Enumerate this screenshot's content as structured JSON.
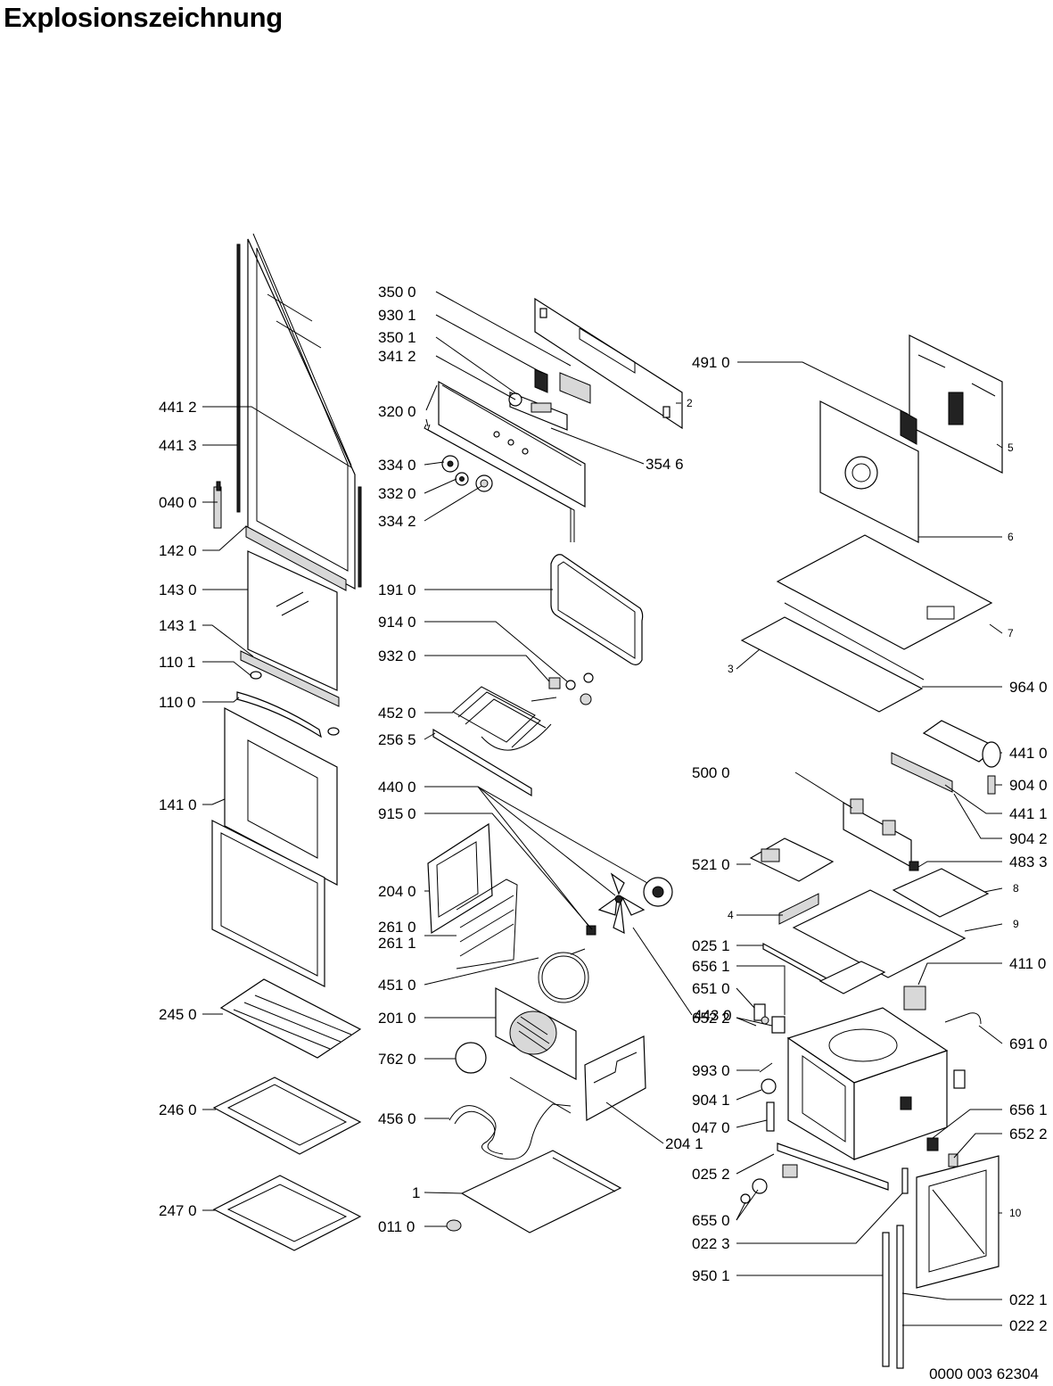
{
  "title": "Explosionszeichnung",
  "document_number": "0000 003 62304",
  "labels": [
    {
      "id": "l-3500",
      "text": "350 0"
    },
    {
      "id": "l-9301",
      "text": "930 1"
    },
    {
      "id": "l-3501",
      "text": "350 1"
    },
    {
      "id": "l-3412",
      "text": "341 2"
    },
    {
      "id": "l-3200",
      "text": "320 0"
    },
    {
      "id": "l-3340",
      "text": "334 0"
    },
    {
      "id": "l-3320",
      "text": "332 0"
    },
    {
      "id": "l-3342",
      "text": "334 2"
    },
    {
      "id": "l-3546",
      "text": "354 6"
    },
    {
      "id": "l-4412",
      "text": "441 2"
    },
    {
      "id": "l-4413",
      "text": "441 3"
    },
    {
      "id": "l-0400",
      "text": "040 0"
    },
    {
      "id": "l-1420",
      "text": "142 0"
    },
    {
      "id": "l-1430",
      "text": "143 0"
    },
    {
      "id": "l-1431",
      "text": "143 1"
    },
    {
      "id": "l-1101",
      "text": "110 1"
    },
    {
      "id": "l-1100",
      "text": "110 0"
    },
    {
      "id": "l-1410",
      "text": "141 0"
    },
    {
      "id": "l-2450",
      "text": "245 0"
    },
    {
      "id": "l-2460",
      "text": "246 0"
    },
    {
      "id": "l-2470",
      "text": "247 0"
    },
    {
      "id": "l-1910",
      "text": "191 0"
    },
    {
      "id": "l-9140",
      "text": "914 0"
    },
    {
      "id": "l-9320",
      "text": "932 0"
    },
    {
      "id": "l-4520",
      "text": "452 0"
    },
    {
      "id": "l-2565",
      "text": "256 5"
    },
    {
      "id": "l-4400",
      "text": "440 0"
    },
    {
      "id": "l-9150",
      "text": "915 0"
    },
    {
      "id": "l-2040",
      "text": "204 0"
    },
    {
      "id": "l-2610",
      "text": "261 0"
    },
    {
      "id": "l-2611",
      "text": "261 1"
    },
    {
      "id": "l-4510",
      "text": "451 0"
    },
    {
      "id": "l-2010",
      "text": "201 0"
    },
    {
      "id": "l-7620",
      "text": "762 0"
    },
    {
      "id": "l-4560",
      "text": "456 0"
    },
    {
      "id": "l-1",
      "text": "1"
    },
    {
      "id": "l-0110",
      "text": "011 0"
    },
    {
      "id": "l-4430",
      "text": "443 0"
    },
    {
      "id": "l-2041",
      "text": "204 1"
    },
    {
      "id": "l-4910",
      "text": "491 0"
    },
    {
      "id": "l-2",
      "text": "2"
    },
    {
      "id": "l-5",
      "text": "5"
    },
    {
      "id": "l-6",
      "text": "6"
    },
    {
      "id": "l-7",
      "text": "7"
    },
    {
      "id": "l-3",
      "text": "3"
    },
    {
      "id": "l-9640",
      "text": "964 0"
    },
    {
      "id": "l-4410",
      "text": "441 0"
    },
    {
      "id": "l-5000",
      "text": "500 0"
    },
    {
      "id": "l-9040",
      "text": "904 0"
    },
    {
      "id": "l-4411",
      "text": "441 1"
    },
    {
      "id": "l-9042",
      "text": "904 2"
    },
    {
      "id": "l-5210",
      "text": "521 0"
    },
    {
      "id": "l-4833",
      "text": "483 3"
    },
    {
      "id": "l-8",
      "text": "8"
    },
    {
      "id": "l-4",
      "text": "4"
    },
    {
      "id": "l-9",
      "text": "9"
    },
    {
      "id": "l-0251",
      "text": "025 1"
    },
    {
      "id": "l-6561a",
      "text": "656 1"
    },
    {
      "id": "l-6510",
      "text": "651 0"
    },
    {
      "id": "l-6522a",
      "text": "652 2"
    },
    {
      "id": "l-4110",
      "text": "411 0"
    },
    {
      "id": "l-6910",
      "text": "691 0"
    },
    {
      "id": "l-9930",
      "text": "993 0"
    },
    {
      "id": "l-9041",
      "text": "904 1"
    },
    {
      "id": "l-0470",
      "text": "047 0"
    },
    {
      "id": "l-6561b",
      "text": "656 1"
    },
    {
      "id": "l-6522b",
      "text": "652 2"
    },
    {
      "id": "l-0252",
      "text": "025 2"
    },
    {
      "id": "l-6550",
      "text": "655 0"
    },
    {
      "id": "l-0223",
      "text": "022 3"
    },
    {
      "id": "l-10",
      "text": "10"
    },
    {
      "id": "l-9501",
      "text": "950 1"
    },
    {
      "id": "l-0221",
      "text": "022 1"
    },
    {
      "id": "l-0222",
      "text": "022 2"
    }
  ]
}
